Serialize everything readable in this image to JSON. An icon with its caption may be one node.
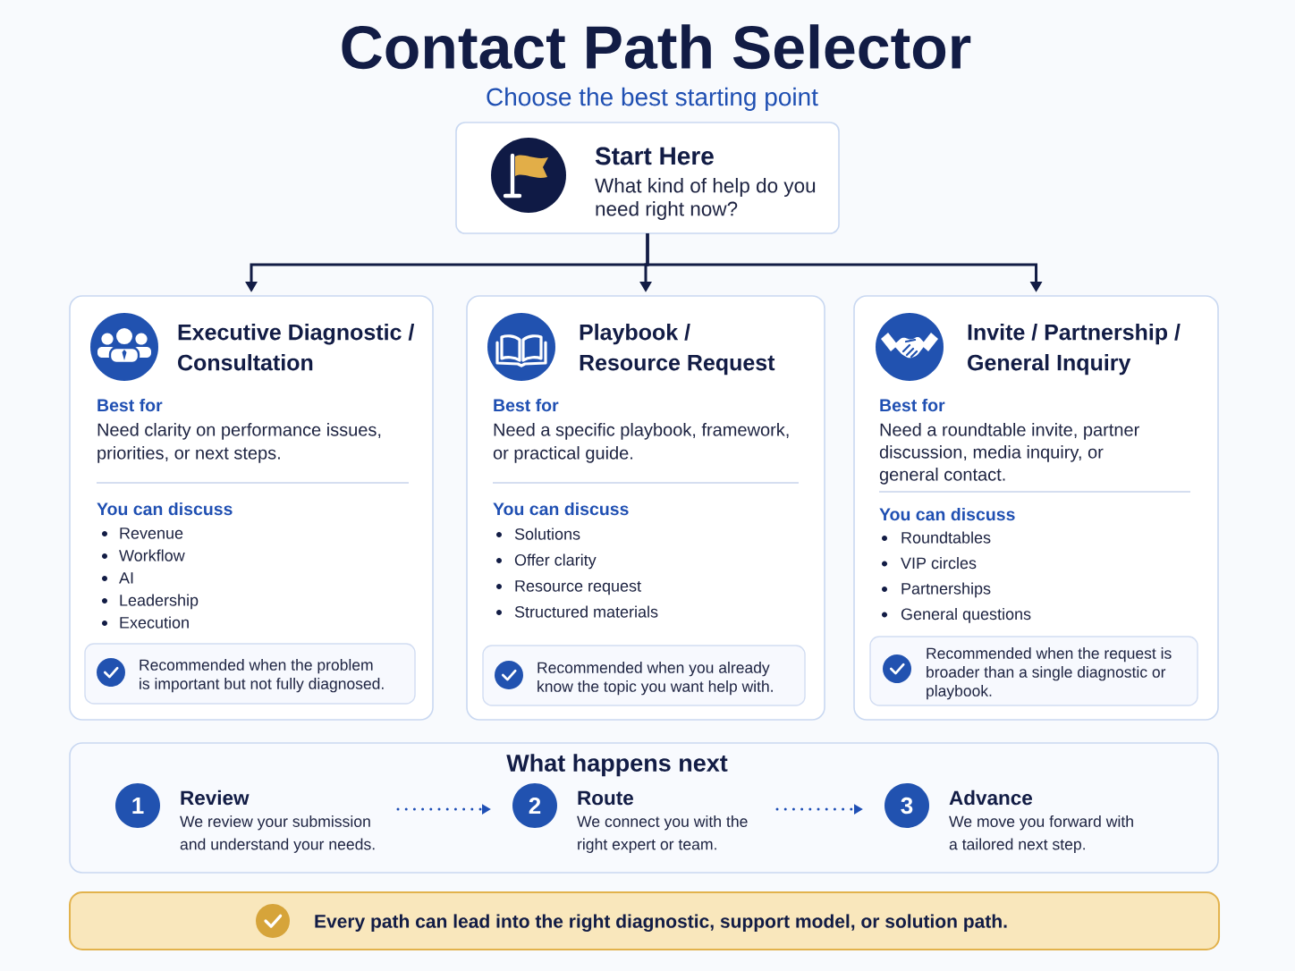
{
  "diagram": {
    "title": "Contact Path Selector",
    "nodes": [
      {
        "text": [
          "Start Here",
          "What kind of help do you need right now?"
        ]
      },
      {
        "text": [
          "Executive Diagnostic / Consultation",
          "Best for",
          "Need clarity on performance issues, priorities, or next steps.",
          "You can discuss",
          "Revenue",
          "Workflow",
          "AI",
          "Leadership",
          "Execution"
        ]
      },
      {
        "text": [
          "Recommended when the problem is important but not fully diagnosed."
        ],
        "in": 1
      },
      {
        "text": [
          "Playbook / Resource Request",
          "Best for",
          "Need a specific playbook, framework, or practical guide.",
          "You can discuss",
          "Solutions",
          "Offer clarity",
          "Resource request",
          "Structured materials"
        ]
      },
      {
        "text": [
          "Recommended when you already know the topic you want help with."
        ],
        "in": 3
      },
      {
        "text": [
          "Invite / Partnership / General Inquiry",
          "Best for",
          "Need a roundtable invite, partner discussion, media inquiry, or general contact.",
          "You can discuss",
          "Roundtables",
          "VIP circles",
          "Partnerships",
          "General questions"
        ]
      },
      {
        "text": [
          "Recommended when the request is broader than a single diagnostic or playbook."
        ],
        "in": 5
      },
      {
        "text": [
          "What happens next"
        ]
      },
      {
        "text": [
          "1",
          "Review",
          "We review your submission and understand your needs."
        ],
        "in": 7
      },
      {
        "text": [
          "2",
          "Route",
          "We connect you with the right expert or team."
        ],
        "in": 7
      },
      {
        "text": [
          "3",
          "Advance",
          "We move you forward with a tailored next step."
        ],
        "in": 7
      },
      {
        "text": [
          "Every path can lead into the right diagnostic, support model, or solution path."
        ]
      }
    ],
    "edges": [
      {
        "from": 0,
        "to": 1,
        "arrow": "to"
      },
      {
        "from": 0,
        "to": 3,
        "arrow": "to"
      },
      {
        "from": 0,
        "to": 5,
        "arrow": "to"
      },
      {
        "from": 8,
        "to": 9,
        "arrow": "to",
        "style": "dashed",
        "color": "#1f4fb5"
      },
      {
        "from": 9,
        "to": 10,
        "arrow": "to",
        "style": "dashed",
        "color": "#1f4fb5"
      }
    ],
    "labels": [
      "Choose the best starting point"
    ]
  }
}
